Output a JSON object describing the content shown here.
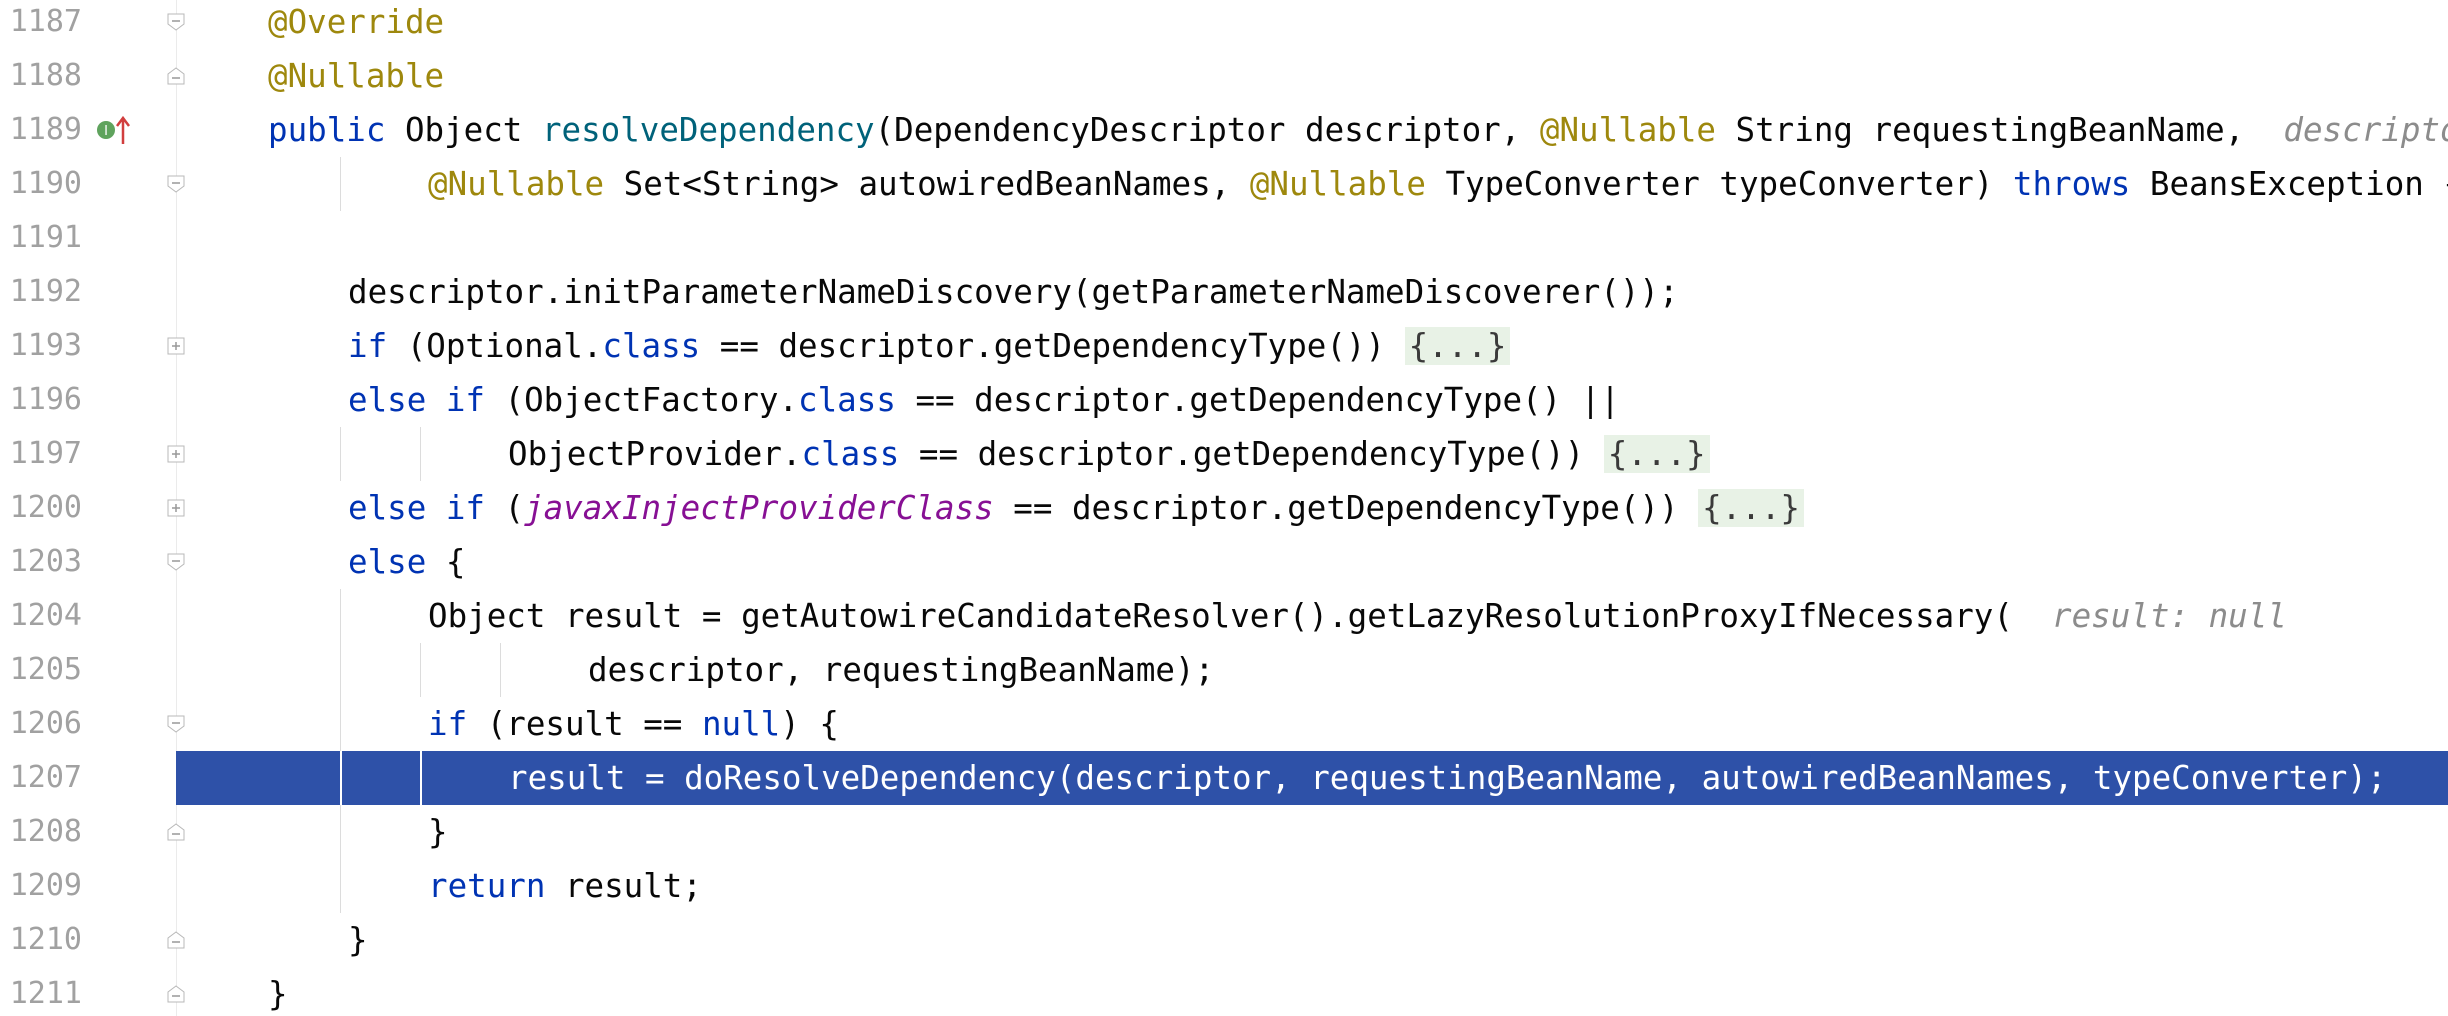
{
  "editor": {
    "lines": [
      {
        "num": "1187",
        "indent": 0,
        "fold": "open-top",
        "tokens": [
          {
            "t": "@Override",
            "c": "ann"
          }
        ]
      },
      {
        "num": "1188",
        "indent": 0,
        "fold": "close",
        "tokens": [
          {
            "t": "@Nullable",
            "c": "ann"
          }
        ]
      },
      {
        "num": "1189",
        "indent": 0,
        "icon": "implementation-icon",
        "tokens": [
          {
            "t": "public",
            "c": "kw"
          },
          {
            "t": " Object "
          },
          {
            "t": "resolveDependency",
            "c": "fn"
          },
          {
            "t": "(DependencyDescriptor descriptor, "
          },
          {
            "t": "@Nullable",
            "c": "ann"
          },
          {
            "t": " String requestingBeanName,  "
          },
          {
            "t": "descriptor:",
            "c": "hint"
          }
        ]
      },
      {
        "num": "1190",
        "indent": 4,
        "fold": "open-top",
        "tokens": [
          {
            "t": "@Nullable",
            "c": "ann"
          },
          {
            "t": " Set<String> autowiredBeanNames, "
          },
          {
            "t": "@Nullable",
            "c": "ann"
          },
          {
            "t": " TypeConverter typeConverter) "
          },
          {
            "t": "throws",
            "c": "kw"
          },
          {
            "t": " BeansException {"
          }
        ]
      },
      {
        "num": "1191",
        "indent": 0,
        "tokens": []
      },
      {
        "num": "1192",
        "indent": 2,
        "tokens": [
          {
            "t": "descriptor.initParameterNameDiscovery(getParameterNameDiscoverer());"
          }
        ]
      },
      {
        "num": "1193",
        "indent": 2,
        "fold": "plus",
        "tokens": [
          {
            "t": "if",
            "c": "kw"
          },
          {
            "t": " (Optional."
          },
          {
            "t": "class",
            "c": "kw"
          },
          {
            "t": " == descriptor.getDependencyType()) "
          },
          {
            "t": "{...}",
            "c": "fold-text"
          }
        ]
      },
      {
        "num": "1196",
        "indent": 2,
        "tokens": [
          {
            "t": "else if",
            "c": "kw"
          },
          {
            "t": " (ObjectFactory."
          },
          {
            "t": "class",
            "c": "kw"
          },
          {
            "t": " == descriptor.getDependencyType() ||"
          }
        ]
      },
      {
        "num": "1197",
        "indent": 6,
        "fold": "plus",
        "tokens": [
          {
            "t": "ObjectProvider."
          },
          {
            "t": "class",
            "c": "kw"
          },
          {
            "t": " == descriptor.getDependencyType()) "
          },
          {
            "t": "{...}",
            "c": "fold-text"
          }
        ]
      },
      {
        "num": "1200",
        "indent": 2,
        "fold": "plus",
        "tokens": [
          {
            "t": "else if",
            "c": "kw"
          },
          {
            "t": " ("
          },
          {
            "t": "javaxInjectProviderClass",
            "c": "fld"
          },
          {
            "t": " == descriptor.getDependencyType()) "
          },
          {
            "t": "{...}",
            "c": "fold-text"
          }
        ]
      },
      {
        "num": "1203",
        "indent": 2,
        "fold": "open-top",
        "tokens": [
          {
            "t": "else",
            "c": "kw"
          },
          {
            "t": " {"
          }
        ]
      },
      {
        "num": "1204",
        "indent": 4,
        "tokens": [
          {
            "t": "Object result = getAutowireCandidateResolver().getLazyResolutionProxyIfNecessary(  "
          },
          {
            "t": "result: null",
            "c": "hint"
          }
        ]
      },
      {
        "num": "1205",
        "indent": 8,
        "tokens": [
          {
            "t": "descriptor, requestingBeanName);"
          }
        ]
      },
      {
        "num": "1206",
        "indent": 4,
        "fold": "open-top",
        "tokens": [
          {
            "t": "if",
            "c": "kw"
          },
          {
            "t": " (result == "
          },
          {
            "t": "null",
            "c": "kw"
          },
          {
            "t": ") {"
          }
        ]
      },
      {
        "num": "1207",
        "indent": 6,
        "current": true,
        "tokens": [
          {
            "t": "result = doResolveDependency(descriptor, requestingBeanName, autowiredBeanNames, typeConverter);"
          }
        ]
      },
      {
        "num": "1208",
        "indent": 4,
        "fold": "close",
        "tokens": [
          {
            "t": "}"
          }
        ]
      },
      {
        "num": "1209",
        "indent": 4,
        "tokens": [
          {
            "t": "return",
            "c": "kw"
          },
          {
            "t": " result;"
          }
        ]
      },
      {
        "num": "1210",
        "indent": 2,
        "fold": "close",
        "tokens": [
          {
            "t": "}"
          }
        ]
      },
      {
        "num": "1211",
        "indent": 0,
        "fold": "close",
        "tokens": [
          {
            "t": "}"
          }
        ]
      }
    ]
  }
}
